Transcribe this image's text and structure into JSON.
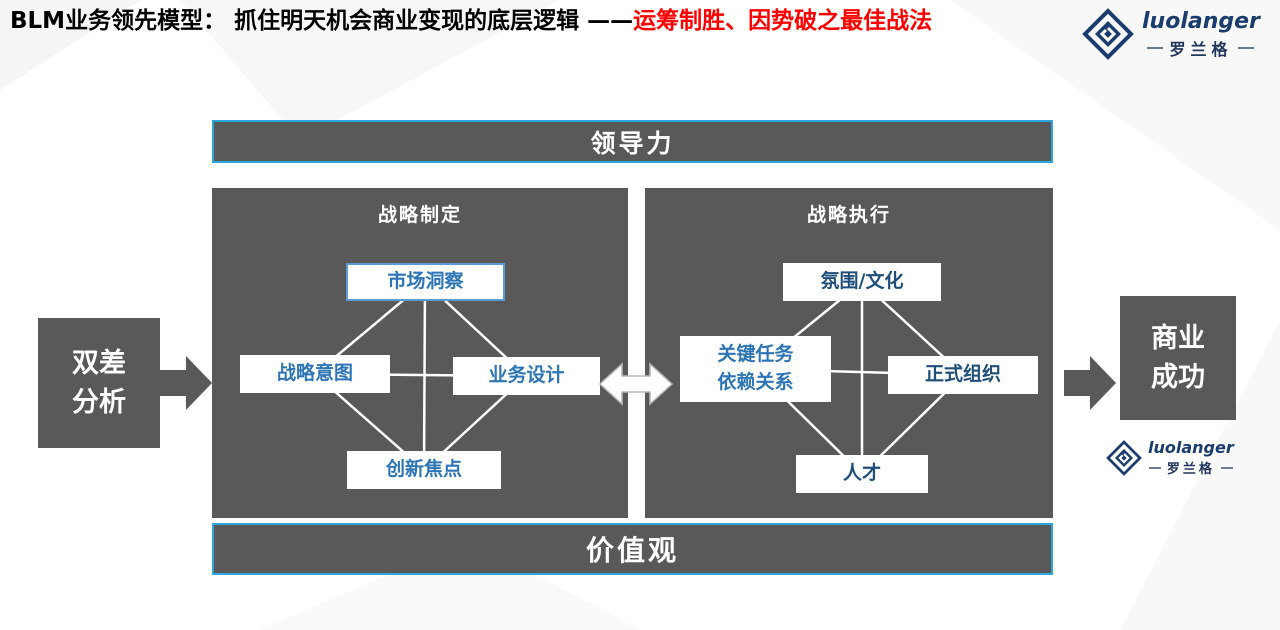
{
  "title": {
    "main": "BLM业务领先模型： 抓住明天机会商业变现的底层逻辑 ——",
    "highlight": "运筹制胜、因势破之最佳战法"
  },
  "brand": {
    "name": "luolanger",
    "name_cn": "罗兰格"
  },
  "leadership_bar": "领导力",
  "values_bar": "价值观",
  "gap_box": "双差\n分析",
  "success_box": "商业\n成功",
  "formulation": {
    "title": "战略制定",
    "top": "市场洞察",
    "left": "战略意图",
    "right": "业务设计",
    "bottom": "创新焦点"
  },
  "execution": {
    "title": "战略执行",
    "top": "氛围/文化",
    "left": "关键任务\n依赖关系",
    "right": "正式组织",
    "bottom": "人才"
  },
  "colors": {
    "panel_gray": "#595959",
    "accent_cyan": "#2BA7DE",
    "title_red": "#FF0000",
    "node_blue": "#2E75B6",
    "node_navy": "#1F4E79",
    "brand_navy": "#1B3C6E"
  }
}
